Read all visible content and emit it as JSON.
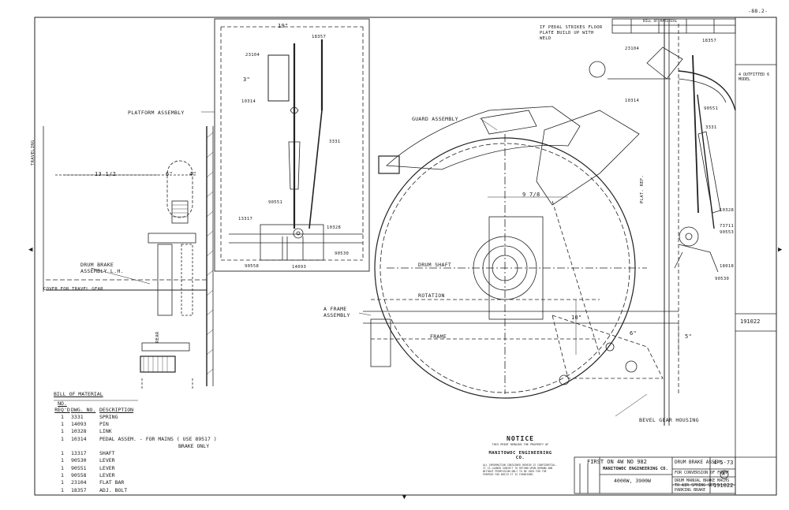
{
  "sheet": {
    "corner_mark": "-88.2-"
  },
  "labels": {
    "platform_assembly": "PLATFORM ASSEMBLY",
    "guard_assembly": "GUARD ASSEMBLY",
    "pedal_note": "IF PEDAL STRIKES FLOOR PLATE BUILD UP WITH WELD",
    "drum_brake_assy": "DRUM BRAKE ASSEMBLY L.H.",
    "travel_gear_cover": "COVER FOR TRAVEL GEAR",
    "a_frame_assy": "A FRAME ASSEMBLY",
    "drum_shaft": "DRUM SHAFT",
    "rotation": "ROTATION",
    "frame": "FRAME",
    "bevel_gear_housing": "BEVEL GEAR HOUSING",
    "dim_13": "13 1/2",
    "dim_19": "19\"",
    "dim_6": "6\"",
    "dim_4": "4\"",
    "dim_9": "9 7/8",
    "dim_10": "10\"",
    "dim_6b": "6\"",
    "dim_5": "5\"",
    "dim_3": "3\"",
    "travel_rear": "TRAVELING",
    "rear_label": "REAR",
    "platform_vert": "PLAT. REF.",
    "parts": {
      "p23104": "23104",
      "p18357a": "18357",
      "p10314a": "10314",
      "p3331a": "3331",
      "p90551a": "90551",
      "p13317": "13317",
      "p10328a": "10328",
      "p90558": "90558",
      "p14093": "14093",
      "p90530a": "90530",
      "p23104b": "23104",
      "p18357b": "18357",
      "p10314b": "10314",
      "p90551b": "90551",
      "p3331b": "3331",
      "p10328b": "10328",
      "p73711": "73711",
      "p90553": "90553",
      "p18018": "18018",
      "p90530b": "90530"
    }
  },
  "bom": {
    "title": "BILL OF MATERIAL",
    "headers": [
      "NO. REQ'D",
      "DWG. NO.",
      "DESCRIPTION"
    ],
    "rows": [
      [
        "1",
        "3331",
        "SPRING"
      ],
      [
        "1",
        "14093",
        "PIN"
      ],
      [
        "1",
        "10328",
        "LINK"
      ],
      [
        "1",
        "10314",
        "PEDAL ASSEM. - FOR MAINS ( USE 89517 )"
      ],
      [
        "",
        "",
        "BRAKE ONLY"
      ],
      [
        "1",
        "13317",
        "SHAFT"
      ],
      [
        "1",
        "90530",
        "LEVER"
      ],
      [
        "1",
        "90551",
        "LEVER"
      ],
      [
        "1",
        "90558",
        "LEVER"
      ],
      [
        "1",
        "23104",
        "FLAT BAR"
      ],
      [
        "1",
        "18357",
        "ADJ. BOLT"
      ]
    ]
  },
  "notice": {
    "title": "NOTICE",
    "subtitle": "THIS PRINT REMAINS THE PROPERTY OF",
    "company": "MANITOWOC ENGINEERING CO.",
    "body": "ALL INFORMATION CONTAINED HEREIN IS CONFIDENTIAL. IT IS LOANED SUBJECT TO RETURN UPON DEMAND AND WITHOUT PERMISSION ONLY TO BE USED FOR THE PURPOSE FOR WHICH IT IS FURNISHED."
  },
  "title_block": {
    "first_on": "FIRST ON 4W NO 982",
    "company": "MANITOWOC ENGINEERING CO.",
    "title_l1": "DRUM BRAKE ASSEM.",
    "title_l2": "FOR CONVERSION OF FRONT",
    "title_l3": "DRUM MANUAL BRAKE MACHS",
    "title_l4": "TO AIR SPRING SET",
    "title_l5": "PARKING BRAKE",
    "models": "4000W, 3900W",
    "date": "4-5-73",
    "dwg_no": "191022",
    "side_no": "191022",
    "side_note": "4 OUTFITTED 6 MODEL",
    "bom_top": "BILL OF MATERIAL",
    "circle_mark": "A"
  }
}
